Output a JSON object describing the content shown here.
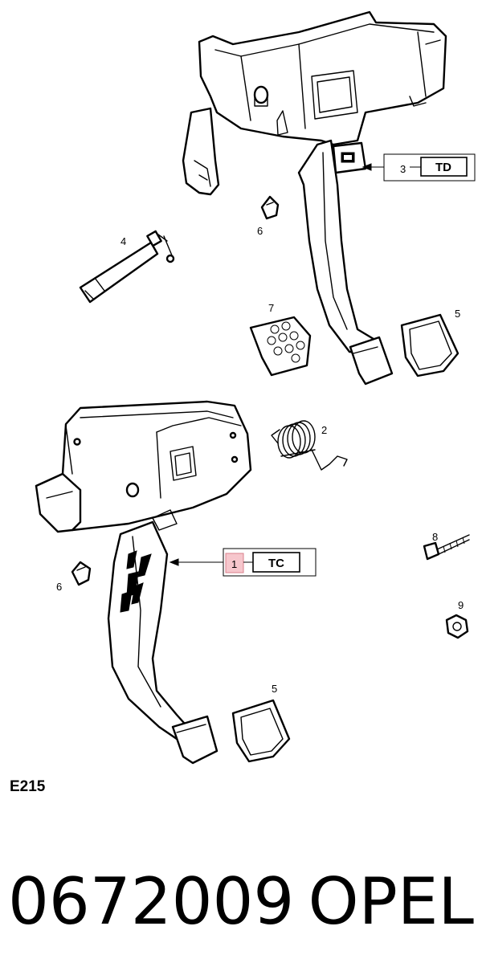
{
  "callouts": {
    "upper_ref_number": "3",
    "upper_code": "TD",
    "lower_ref_number": "1",
    "lower_code": "TC",
    "labels": {
      "lamp_switch": "4",
      "bump_stop_upper": "6",
      "pad_cover": "7",
      "pedal_pad_upper": "5",
      "return_spring": "2",
      "bolt": "8",
      "nut": "9",
      "bump_stop_lower": "6",
      "pedal_pad_lower": "5"
    }
  },
  "diagram_id": "E215",
  "footer": {
    "part_number": "0672009",
    "brand": "OPEL"
  },
  "colors": {
    "highlight_fill": "#f6c6cc",
    "highlight_stroke": "#d9808c",
    "ink": "#000000"
  }
}
